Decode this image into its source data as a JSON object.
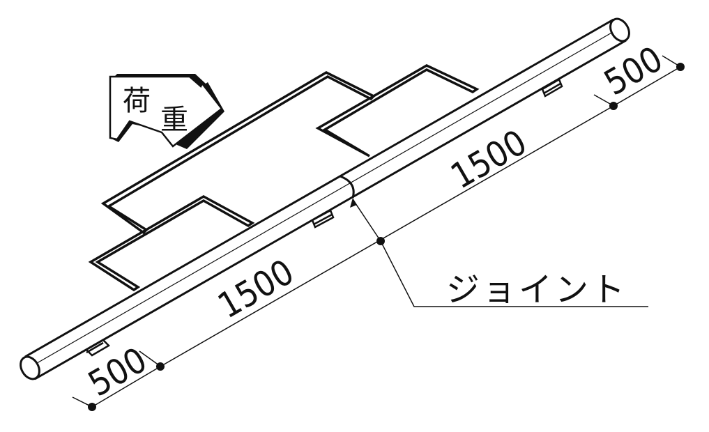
{
  "load_label": {
    "char1": "荷",
    "char2": "重"
  },
  "dimensions": {
    "left_end": "500",
    "left_span": "1500",
    "right_span": "1500",
    "right_end": "500"
  },
  "joint_label": "ジョイント",
  "colors": {
    "line": "#111111",
    "background": "#ffffff"
  }
}
